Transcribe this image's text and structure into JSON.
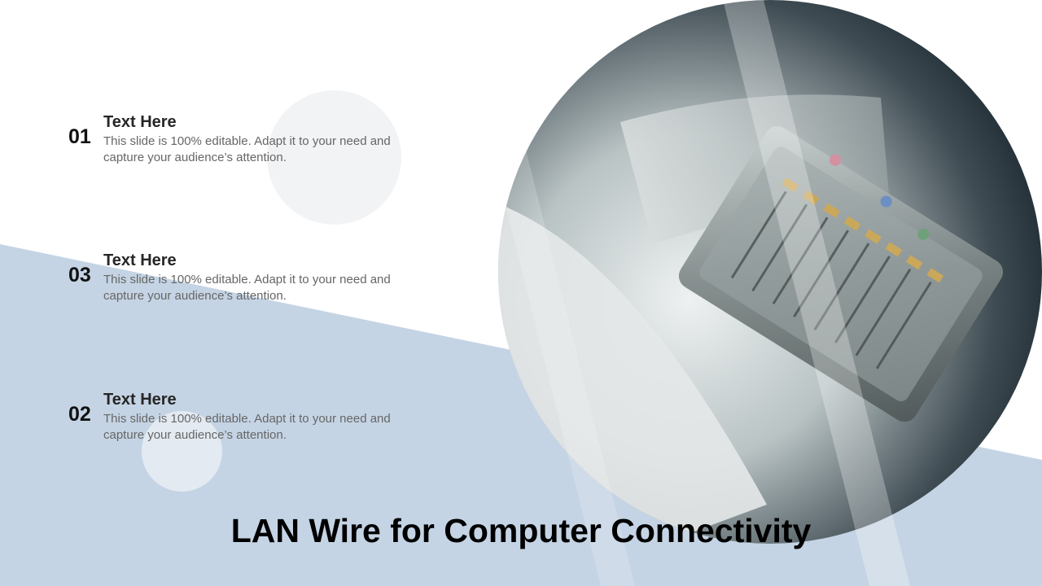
{
  "slide": {
    "title": "LAN Wire for Computer Connectivity",
    "items": [
      {
        "number": "01",
        "heading": "Text Here",
        "text": "This slide is 100% editable. Adapt it to your need and capture your audience’s attention."
      },
      {
        "number": "03",
        "heading": "Text Here",
        "text": "This slide is 100% editable. Adapt it to your need and capture your audience’s attention."
      },
      {
        "number": "02",
        "heading": "Text Here",
        "text": "This slide is 100% editable. Adapt it to your need and capture your audience’s attention."
      }
    ]
  },
  "image": {
    "subject": "lan-cable-rj45-connector-photo"
  },
  "colors": {
    "band": "#c5d4e4",
    "circle_light": "#f1f3f4",
    "circle_blue": "#e3eaf2",
    "title": "#000000",
    "body_text": "#666666"
  }
}
